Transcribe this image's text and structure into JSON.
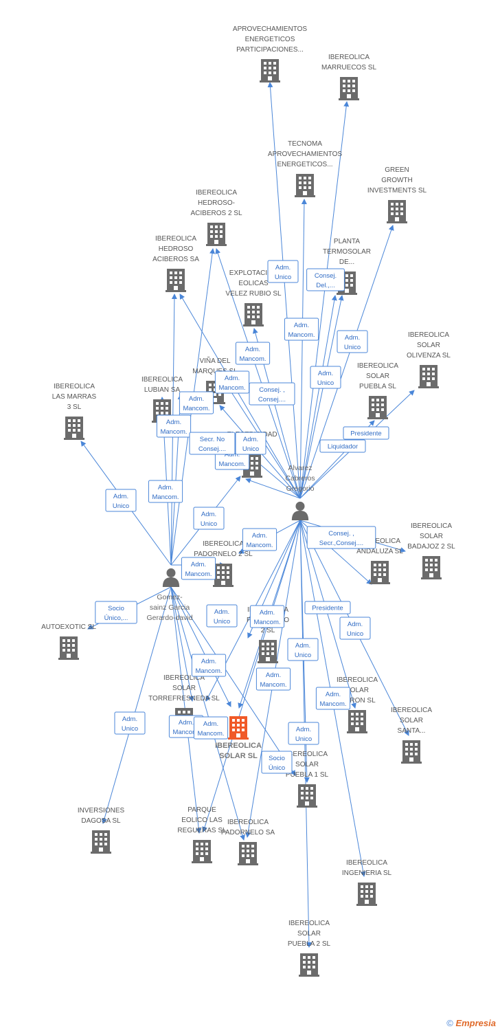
{
  "colors": {
    "edge": "#4a86d8",
    "building": "#6b6b6b",
    "focus": "#f05a28",
    "person": "#6b6b6b"
  },
  "persons": [
    {
      "id": "alvarez",
      "name": [
        "Alvarez",
        "Cabreros",
        "Gregorio"
      ]
    },
    {
      "id": "gomez",
      "name": [
        "Gomez-",
        "sainz Garcia",
        "Gerardo-david"
      ]
    }
  ],
  "companies": [
    {
      "id": "aprov",
      "name": [
        "APROVECHAMIENTOS",
        "ENERGETICOS",
        "PARTICIPACIONES..."
      ]
    },
    {
      "id": "marruecos",
      "name": [
        "IBEREOLICA",
        "MARRUECOS SL"
      ]
    },
    {
      "id": "tecnoma",
      "name": [
        "TECNOMA",
        "APROVECHAMIENTOS",
        "ENERGETICOS..."
      ]
    },
    {
      "id": "green",
      "name": [
        "GREEN",
        "GROWTH",
        "INVESTMENTS SL"
      ]
    },
    {
      "id": "hedroso2",
      "name": [
        "IBEREOLICA",
        "HEDROSO-",
        "ACIBEROS 2 SL"
      ]
    },
    {
      "id": "planta",
      "name": [
        "PLANTA",
        "TERMOSOLAR",
        "DE..."
      ]
    },
    {
      "id": "hedroso",
      "name": [
        "IBEREOLICA",
        "HEDROSO",
        "ACIBEROS SA"
      ]
    },
    {
      "id": "velez",
      "name": [
        "EXPLOTACION",
        "EOLICAS",
        "VELEZ RUBIO SL"
      ]
    },
    {
      "id": "olivenza",
      "name": [
        "IBEREOLICA",
        "SOLAR",
        "OLIVENZA SL"
      ]
    },
    {
      "id": "vina",
      "name": [
        "VIÑA DEL",
        "MARQUES SL"
      ]
    },
    {
      "id": "lubian",
      "name": [
        "IBEREOLICA",
        "LUBIAN SA"
      ]
    },
    {
      "id": "puebla",
      "name": [
        "IBEREOLICA",
        "SOLAR",
        "PUEBLA SL"
      ]
    },
    {
      "id": "marras",
      "name": [
        "IBEREOLICA",
        "LAS MARRAS",
        "3 SL"
      ]
    },
    {
      "id": "electricidad",
      "name": [
        "ELECTRICIDAD",
        "SL"
      ]
    },
    {
      "id": "andaluza",
      "name": [
        "IBEREOLICA",
        "ANDALUZA SL"
      ]
    },
    {
      "id": "badajoz",
      "name": [
        "IBEREOLICA",
        "SOLAR",
        "BADAJOZ 2 SL"
      ]
    },
    {
      "id": "padorn2",
      "name": [
        "IBEREOLICA",
        "PADORNELO 2 SL"
      ]
    },
    {
      "id": "autoexotic",
      "name": [
        "AUTOEXOTIC SL"
      ]
    },
    {
      "id": "padorn2b",
      "name": [
        "IBEREOLICA",
        "PADORNELO",
        "2 SL"
      ]
    },
    {
      "id": "torrefresneda",
      "name": [
        "IBEREOLICA",
        "SOLAR",
        "TORREFRESNEDA SL"
      ]
    },
    {
      "id": "main",
      "name": [
        "IBEREOLICA",
        "SOLAR SL"
      ],
      "focus": true
    },
    {
      "id": "moron",
      "name": [
        "IBEREOLICA",
        "SOLAR",
        "MORON SL"
      ]
    },
    {
      "id": "santa",
      "name": [
        "IBEREOLICA",
        "SOLAR",
        "SANTA..."
      ]
    },
    {
      "id": "puebla1",
      "name": [
        "IBEREOLICA",
        "SOLAR",
        "PUEBLA 1 SL"
      ]
    },
    {
      "id": "dagosa",
      "name": [
        "INVERSIONES",
        "DAGOSA SL"
      ]
    },
    {
      "id": "regueras",
      "name": [
        "PARQUE",
        "EOLICO LAS",
        "REGUERAS SL"
      ]
    },
    {
      "id": "padornelo",
      "name": [
        "IBEREOLICA",
        "PADORNELO SA"
      ]
    },
    {
      "id": "ingenieria",
      "name": [
        "IBEREOLICA",
        "INGENIERIA  SL"
      ]
    },
    {
      "id": "puebla2",
      "name": [
        "IBEREOLICA",
        "SOLAR",
        "PUEBLA 2 SL"
      ]
    }
  ],
  "edge_labels": [
    [
      "Adm.",
      "Unico"
    ],
    [
      "Consej.",
      "Del.,..."
    ],
    [
      "Adm.",
      "Mancom."
    ],
    [
      "Adm.",
      "Unico"
    ],
    [
      "Adm.",
      "Mancom."
    ],
    [
      "Adm.",
      "Mancom."
    ],
    [
      "Consej. ,",
      "Consej...."
    ],
    [
      "Adm.",
      "Unico"
    ],
    [
      "Adm.",
      "Mancom."
    ],
    [
      "Adm.",
      "Mancom."
    ],
    [
      "Presidente"
    ],
    [
      "Liquidador"
    ],
    [
      "Secr.  No",
      "Consej...."
    ],
    [
      "Adm.",
      "Unico"
    ],
    [
      "Adm.",
      "Mancom."
    ],
    [
      "Adm.",
      "Unico"
    ],
    [
      "Adm.",
      "Mancom."
    ],
    [
      "Adm.",
      "Unico"
    ],
    [
      "Adm.",
      "Mancom."
    ],
    [
      "Consej. ,",
      "Secr.,Consej...."
    ],
    [
      "Adm.",
      "Mancom."
    ],
    [
      "Socio",
      "Único,..."
    ],
    [
      "Presidente"
    ],
    [
      "Adm.",
      "Unico"
    ],
    [
      "Adm.",
      "Unico"
    ],
    [
      "Adm.",
      "Mancom."
    ],
    [
      "Adm.",
      "Unico"
    ],
    [
      "Adm.",
      "Mancom."
    ],
    [
      "Adm.",
      "Mancom."
    ],
    [
      "Adm.",
      "Mancom."
    ],
    [
      "Adm.",
      "Mancom."
    ],
    [
      "Adm.",
      "Unico"
    ],
    [
      "Adm.",
      "Unico"
    ],
    [
      "Adm.",
      "Unico"
    ],
    [
      "Socio",
      "Único"
    ],
    [
      "Adm.",
      "Mancom."
    ]
  ],
  "footer": {
    "copyright": "©",
    "brand": "Empresia"
  }
}
